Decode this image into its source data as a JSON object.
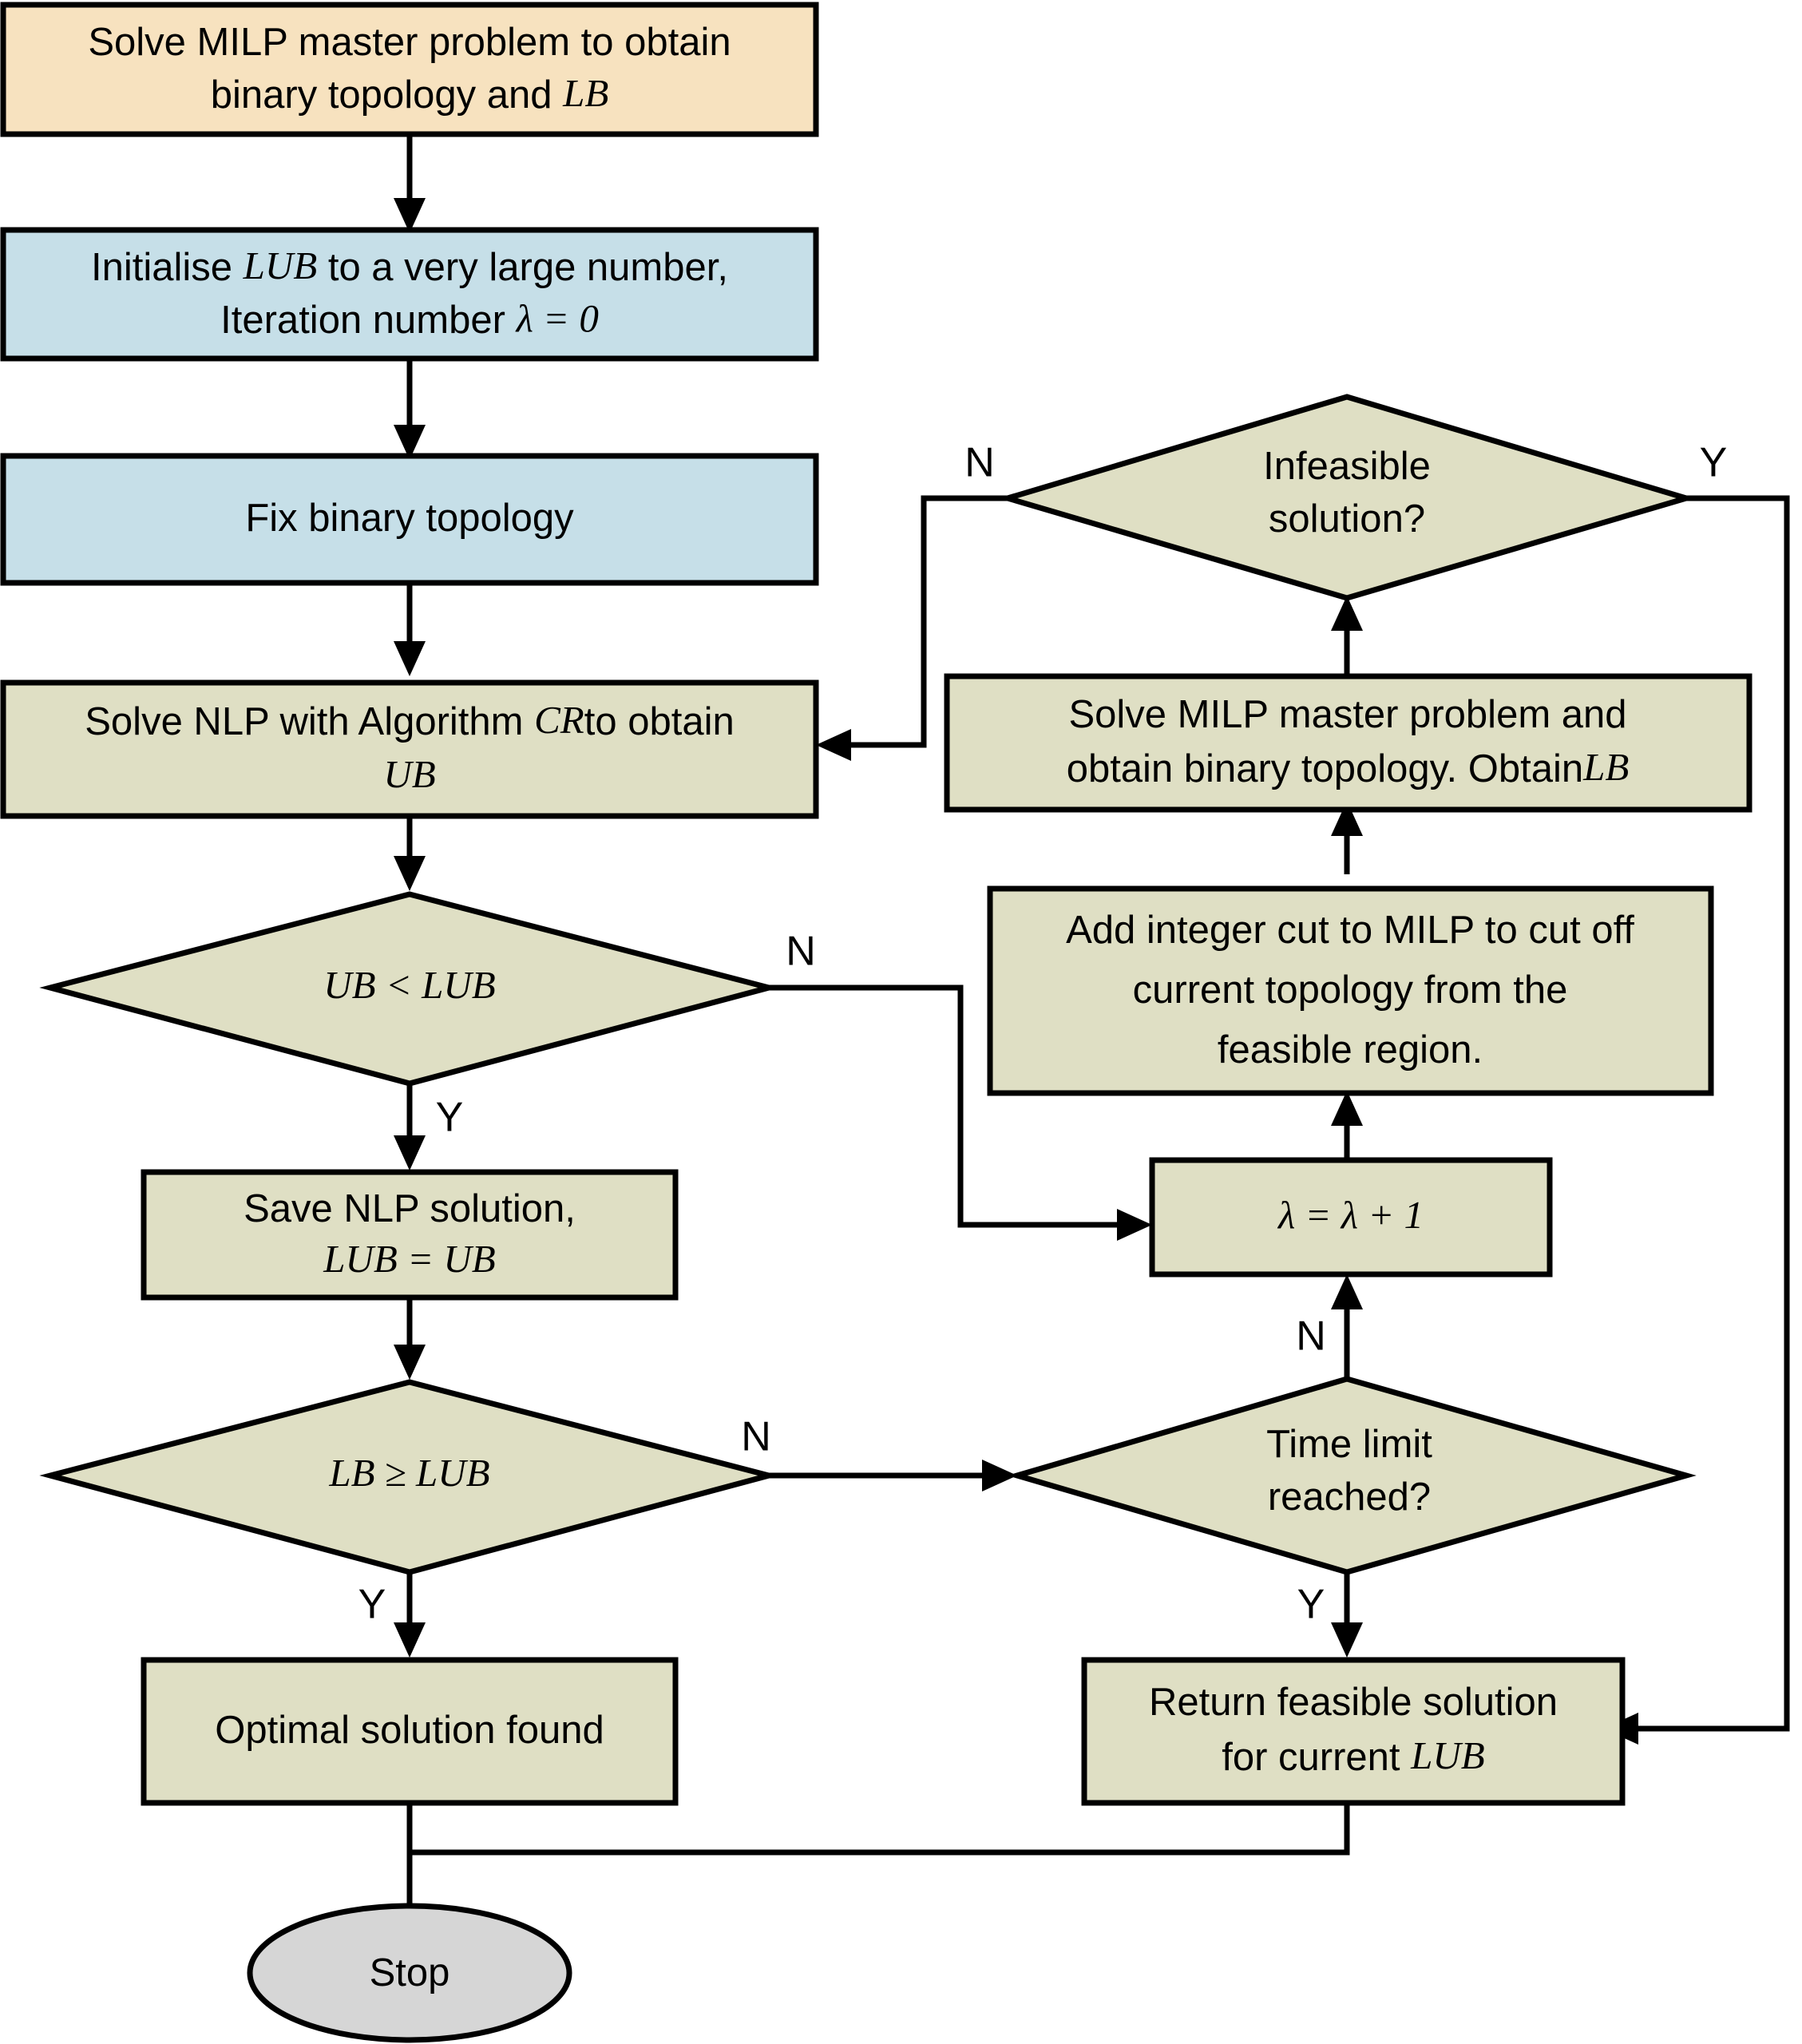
{
  "diagram": {
    "title": "MILP/NLP decomposition algorithm flowchart",
    "colors": {
      "start_fill": "#f7e2bf",
      "init_fill": "#c6dfe8",
      "process_fill": "#dfdfc4",
      "terminator_fill": "#d6d6d6",
      "stroke": "#000000",
      "background": "#ffffff"
    },
    "nodes": [
      {
        "id": "solve-milp-master",
        "shape": "rectangle",
        "fill_key": "start_fill",
        "lines": [
          {
            "parts": [
              {
                "text": "Solve MILP master problem to obtain",
                "style": "normal"
              }
            ]
          },
          {
            "parts": [
              {
                "text": "binary topology and ",
                "style": "normal"
              },
              {
                "text": "LB",
                "style": "italic"
              }
            ]
          }
        ],
        "text_plain": "Solve MILP master problem to obtain binary topology and LB"
      },
      {
        "id": "initialise-lub",
        "shape": "rectangle",
        "fill_key": "init_fill",
        "lines": [
          {
            "parts": [
              {
                "text": "Initialise ",
                "style": "normal"
              },
              {
                "text": "LUB",
                "style": "italic"
              },
              {
                "text": " to a very large number,",
                "style": "normal"
              }
            ]
          },
          {
            "parts": [
              {
                "text": "Iteration number ",
                "style": "normal"
              },
              {
                "text": "λ = 0",
                "style": "italic"
              }
            ]
          }
        ],
        "text_plain": "Initialise LUB to a very large number, Iteration number λ = 0"
      },
      {
        "id": "fix-binary-topology",
        "shape": "rectangle",
        "fill_key": "init_fill",
        "lines": [
          {
            "parts": [
              {
                "text": "Fix binary topology",
                "style": "normal"
              }
            ]
          }
        ],
        "text_plain": "Fix binary topology"
      },
      {
        "id": "solve-nlp",
        "shape": "rectangle",
        "fill_key": "process_fill",
        "lines": [
          {
            "parts": [
              {
                "text": "Solve NLP with Algorithm ",
                "style": "normal"
              },
              {
                "text": "CR",
                "style": "italic"
              },
              {
                "text": "to obtain",
                "style": "normal"
              }
            ]
          },
          {
            "parts": [
              {
                "text": "UB",
                "style": "italic"
              }
            ]
          }
        ],
        "text_plain": "Solve NLP with Algorithm CR to obtain UB"
      },
      {
        "id": "ub-lt-lub",
        "shape": "diamond",
        "fill_key": "process_fill",
        "lines": [
          {
            "parts": [
              {
                "text": "UB < LUB",
                "style": "italic"
              }
            ]
          }
        ],
        "text_plain": "UB < LUB"
      },
      {
        "id": "save-nlp-solution",
        "shape": "rectangle",
        "fill_key": "process_fill",
        "lines": [
          {
            "parts": [
              {
                "text": "Save NLP solution,",
                "style": "normal"
              }
            ]
          },
          {
            "parts": [
              {
                "text": "LUB = UB",
                "style": "italic"
              }
            ]
          }
        ],
        "text_plain": "Save NLP solution, LUB = UB"
      },
      {
        "id": "lb-ge-lub",
        "shape": "diamond",
        "fill_key": "process_fill",
        "lines": [
          {
            "parts": [
              {
                "text": "LB ≥ LUB",
                "style": "italic"
              }
            ]
          }
        ],
        "text_plain": "LB ≥ LUB"
      },
      {
        "id": "optimal-solution-found",
        "shape": "rectangle",
        "fill_key": "process_fill",
        "lines": [
          {
            "parts": [
              {
                "text": "Optimal solution found",
                "style": "normal"
              }
            ]
          }
        ],
        "text_plain": "Optimal solution found"
      },
      {
        "id": "stop",
        "shape": "ellipse",
        "fill_key": "terminator_fill",
        "lines": [
          {
            "parts": [
              {
                "text": "Stop",
                "style": "normal"
              }
            ]
          }
        ],
        "text_plain": "Stop"
      },
      {
        "id": "infeasible-solution",
        "shape": "diamond",
        "fill_key": "process_fill",
        "lines": [
          {
            "parts": [
              {
                "text": "Infeasible",
                "style": "normal"
              }
            ]
          },
          {
            "parts": [
              {
                "text": "solution?",
                "style": "normal"
              }
            ]
          }
        ],
        "text_plain": "Infeasible solution?"
      },
      {
        "id": "solve-milp-obtain-lb",
        "shape": "rectangle",
        "fill_key": "process_fill",
        "lines": [
          {
            "parts": [
              {
                "text": "Solve MILP master problem and",
                "style": "normal"
              }
            ]
          },
          {
            "parts": [
              {
                "text": "obtain binary topology. Obtain",
                "style": "normal"
              },
              {
                "text": "LB",
                "style": "italic"
              }
            ]
          }
        ],
        "text_plain": "Solve MILP master problem and obtain binary topology. Obtain LB"
      },
      {
        "id": "add-integer-cut",
        "shape": "rectangle",
        "fill_key": "process_fill",
        "lines": [
          {
            "parts": [
              {
                "text": "Add integer cut to MILP to cut off",
                "style": "normal"
              }
            ]
          },
          {
            "parts": [
              {
                "text": "current topology from the",
                "style": "normal"
              }
            ]
          },
          {
            "parts": [
              {
                "text": "feasible region.",
                "style": "normal"
              }
            ]
          }
        ],
        "text_plain": "Add integer cut to MILP to cut off current topology from the feasible region."
      },
      {
        "id": "increment-lambda",
        "shape": "rectangle",
        "fill_key": "process_fill",
        "lines": [
          {
            "parts": [
              {
                "text": "λ = λ + 1",
                "style": "italic"
              }
            ]
          }
        ],
        "text_plain": "λ = λ + 1"
      },
      {
        "id": "time-limit-reached",
        "shape": "diamond",
        "fill_key": "process_fill",
        "lines": [
          {
            "parts": [
              {
                "text": "Time limit",
                "style": "normal"
              }
            ]
          },
          {
            "parts": [
              {
                "text": "reached?",
                "style": "normal"
              }
            ]
          }
        ],
        "text_plain": "Time limit reached?"
      },
      {
        "id": "return-feasible-solution",
        "shape": "rectangle",
        "fill_key": "process_fill",
        "lines": [
          {
            "parts": [
              {
                "text": "Return feasible solution",
                "style": "normal"
              }
            ]
          },
          {
            "parts": [
              {
                "text": "for current ",
                "style": "normal"
              },
              {
                "text": "LUB",
                "style": "italic"
              }
            ]
          }
        ],
        "text_plain": "Return feasible solution for current LUB"
      }
    ],
    "branch_labels": {
      "ub_lt_lub_no": "N",
      "ub_lt_lub_yes": "Y",
      "lb_ge_lub_no": "N",
      "lb_ge_lub_yes": "Y",
      "infeasible_no": "N",
      "infeasible_yes": "Y",
      "time_limit_no": "N",
      "time_limit_yes": "Y"
    },
    "edges": [
      {
        "from": "solve-milp-master",
        "to": "initialise-lub",
        "label": ""
      },
      {
        "from": "initialise-lub",
        "to": "fix-binary-topology",
        "label": ""
      },
      {
        "from": "fix-binary-topology",
        "to": "solve-nlp",
        "label": ""
      },
      {
        "from": "solve-nlp",
        "to": "ub-lt-lub",
        "label": ""
      },
      {
        "from": "ub-lt-lub",
        "to": "save-nlp-solution",
        "label": "Y"
      },
      {
        "from": "ub-lt-lub",
        "to": "increment-lambda",
        "label": "N"
      },
      {
        "from": "save-nlp-solution",
        "to": "lb-ge-lub",
        "label": ""
      },
      {
        "from": "lb-ge-lub",
        "to": "optimal-solution-found",
        "label": "Y"
      },
      {
        "from": "lb-ge-lub",
        "to": "time-limit-reached",
        "label": "N"
      },
      {
        "from": "time-limit-reached",
        "to": "increment-lambda",
        "label": "N"
      },
      {
        "from": "time-limit-reached",
        "to": "return-feasible-solution",
        "label": "Y"
      },
      {
        "from": "increment-lambda",
        "to": "add-integer-cut",
        "label": ""
      },
      {
        "from": "add-integer-cut",
        "to": "solve-milp-obtain-lb",
        "label": ""
      },
      {
        "from": "solve-milp-obtain-lb",
        "to": "infeasible-solution",
        "label": ""
      },
      {
        "from": "infeasible-solution",
        "to": "solve-nlp",
        "label": "N"
      },
      {
        "from": "infeasible-solution",
        "to": "return-feasible-solution",
        "label": "Y"
      },
      {
        "from": "optimal-solution-found",
        "to": "stop",
        "label": ""
      },
      {
        "from": "return-feasible-solution",
        "to": "stop",
        "label": ""
      }
    ]
  }
}
